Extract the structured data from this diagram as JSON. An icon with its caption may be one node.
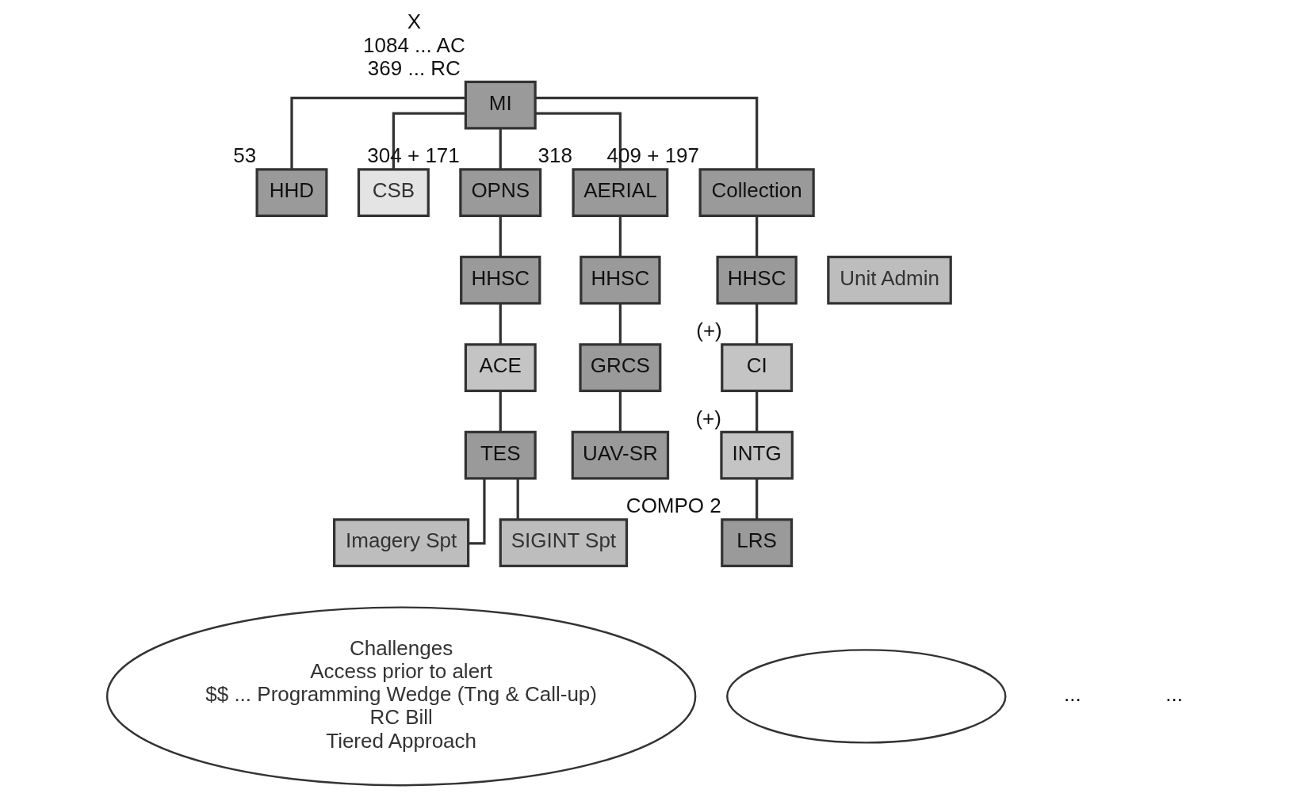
{
  "diagram": {
    "nodes": [
      {
        "text": [
          "MI"
        ],
        "beside": [
          "X",
          "1084 ... AC",
          "369 ... RC"
        ]
      },
      {
        "text": [
          "HHD"
        ],
        "beside": [
          "53"
        ]
      },
      {
        "text": [
          "CSB"
        ]
      },
      {
        "text": [
          "OPNS"
        ],
        "beside": [
          "304 + 171"
        ]
      },
      {
        "text": [
          "AERIAL"
        ],
        "beside": [
          "318"
        ]
      },
      {
        "text": [
          "Collection"
        ],
        "beside": [
          "409 + 197"
        ]
      },
      {
        "text": [
          "Unit Admin"
        ]
      },
      {
        "text": [
          "HHSC"
        ]
      },
      {
        "text": [
          "ACE"
        ]
      },
      {
        "text": [
          "TES"
        ]
      },
      {
        "text": [
          "Imagery Spt"
        ]
      },
      {
        "text": [
          "SIGINT Spt"
        ]
      },
      {
        "text": [
          "HHSC"
        ]
      },
      {
        "text": [
          "GRCS"
        ]
      },
      {
        "text": [
          "UAV-SR"
        ]
      },
      {
        "text": [
          "HHSC"
        ]
      },
      {
        "text": [
          "CI"
        ],
        "beside": [
          "(+)"
        ]
      },
      {
        "text": [
          "INTG"
        ],
        "beside": [
          "(+)"
        ]
      },
      {
        "text": [
          "LRS"
        ],
        "beside": [
          "COMPO 2"
        ]
      },
      {
        "text": [
          "Challenges",
          "Access prior to alert",
          "$$ ... Programming Wedge (Tng & Call-up)",
          "RC Bill",
          "Tiered Approach"
        ]
      },
      {
        "text": [],
        "shape": "cloud"
      }
    ],
    "edges": [
      {
        "from": 0,
        "to": 1,
        "arrow": "none"
      },
      {
        "from": 0,
        "to": 2,
        "arrow": "none"
      },
      {
        "from": 0,
        "to": 3,
        "arrow": "none"
      },
      {
        "from": 0,
        "to": 4,
        "arrow": "none"
      },
      {
        "from": 0,
        "to": 5,
        "arrow": "none"
      },
      {
        "from": 3,
        "to": 7,
        "arrow": "none"
      },
      {
        "from": 7,
        "to": 8,
        "arrow": "none"
      },
      {
        "from": 8,
        "to": 9,
        "arrow": "none"
      },
      {
        "from": 9,
        "to": 10,
        "arrow": "none"
      },
      {
        "from": 9,
        "to": 11,
        "arrow": "none"
      },
      {
        "from": 4,
        "to": 12,
        "arrow": "none"
      },
      {
        "from": 12,
        "to": 13,
        "arrow": "none"
      },
      {
        "from": 13,
        "to": 14,
        "arrow": "none"
      },
      {
        "from": 5,
        "to": 15,
        "arrow": "none"
      },
      {
        "from": 15,
        "to": 16,
        "arrow": "none"
      },
      {
        "from": 16,
        "to": 17,
        "arrow": "none"
      },
      {
        "from": 17,
        "to": 18,
        "arrow": "none"
      }
    ],
    "labels": [
      "...",
      "..."
    ]
  }
}
